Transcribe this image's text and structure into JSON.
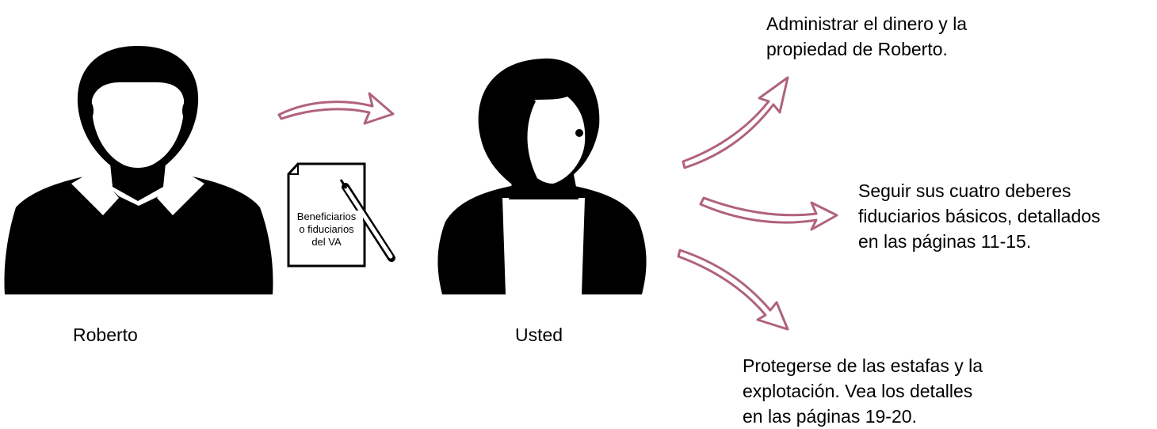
{
  "people": {
    "roberto": {
      "label": "Roberto",
      "icon": "man-avatar-icon"
    },
    "usted": {
      "label": "Usted",
      "icon": "woman-avatar-icon"
    }
  },
  "document": {
    "icon": "document-with-pen-icon",
    "lines": [
      "Beneficiarios",
      "o fiduciarios",
      "del VA"
    ]
  },
  "outcomes": [
    {
      "lines": [
        "Administrar el dinero y la",
        "propiedad de Roberto."
      ]
    },
    {
      "lines": [
        "Seguir sus cuatro deberes",
        "fiduciarios básicos, detallados",
        "en las páginas 11-15."
      ]
    },
    {
      "lines": [
        "Protegerse de las estafas y la",
        "explotación. Vea los detalles",
        "en las páginas 19-20."
      ]
    }
  ],
  "colors": {
    "arrow": "#b0627f",
    "figure": "#000000",
    "background": "#ffffff"
  }
}
